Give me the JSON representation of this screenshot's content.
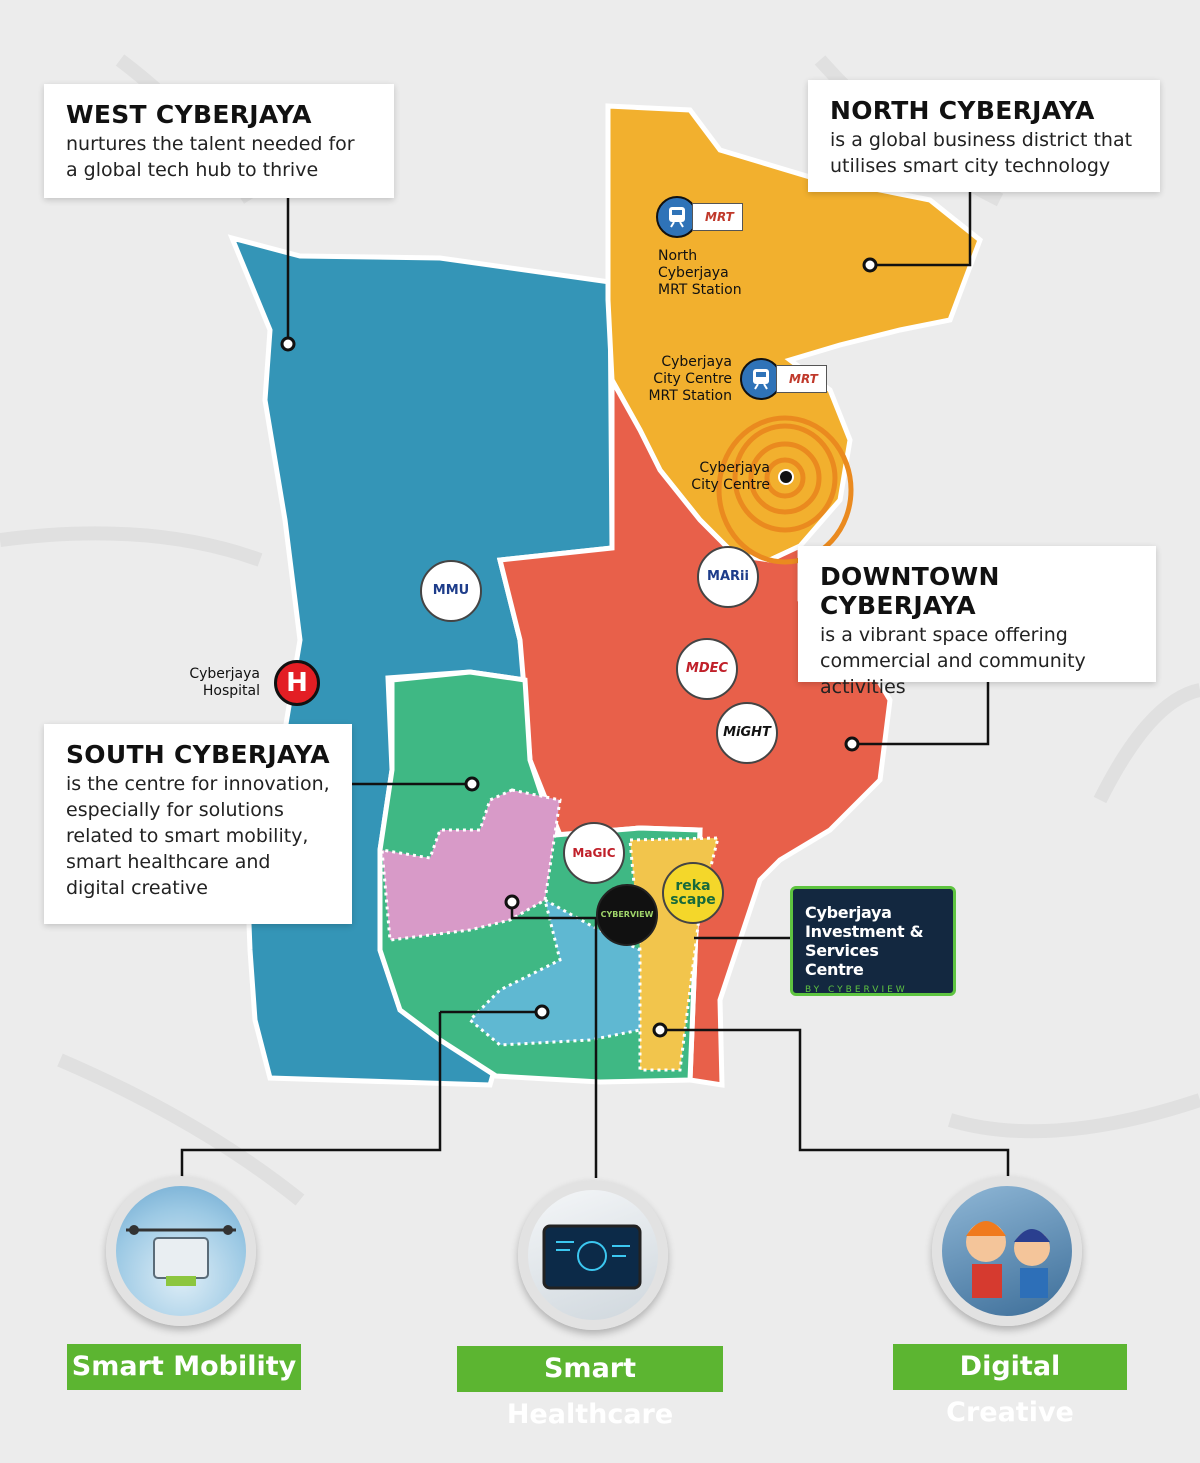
{
  "colors": {
    "west": "#3495b7",
    "north": "#f2b02e",
    "downtown": "#e8604a",
    "south": "#3fb884",
    "pink": "#d89ac8",
    "lightblue": "#5fb8d2",
    "yellow": "#f2c54c",
    "green_btn": "#5cb531",
    "navy": "#132840"
  },
  "callouts": {
    "west": {
      "title": "WEST CYBERJAYA",
      "text": "nurtures the talent needed for a global tech hub to thrive"
    },
    "north": {
      "title": "NORTH CYBERJAYA",
      "text": "is a global business district that utilises smart city technology"
    },
    "downtown": {
      "title": "DOWNTOWN CYBERJAYA",
      "text": "is a vibrant space offering commercial and community activities"
    },
    "south": {
      "title": "SOUTH CYBERJAYA",
      "text": "is the centre for innovation, especially for solutions related to smart mobility, smart healthcare and digital creative"
    }
  },
  "places": {
    "north_mrt": "North Cyberjaya MRT Station",
    "city_mrt": "Cyberjaya City Centre MRT Station",
    "city_centre": "Cyberjaya City Centre",
    "hospital": "Cyberjaya Hospital",
    "hospital_icon": "H",
    "mrt_tag": "MRT"
  },
  "logos": {
    "mmu": "MMU",
    "marii": "MARii",
    "mdec": "MDEC",
    "might": "MiGHT",
    "magic": "MaGIC",
    "cyberview": "CYBERVIEW",
    "rekascape": "reka scape"
  },
  "icons": [
    "train-icon",
    "hospital-icon",
    "location-dot-icon"
  ],
  "cisc": {
    "title": "Cyberjaya Investment & Services Centre",
    "by": "BY CYBERVIEW"
  },
  "sectors": [
    {
      "label": "Smart Mobility",
      "icon": "drone-icon"
    },
    {
      "label": "Smart Healthcare",
      "icon": "tablet-icon"
    },
    {
      "label": "Digital Creative",
      "icon": "cartoon-icon"
    }
  ]
}
